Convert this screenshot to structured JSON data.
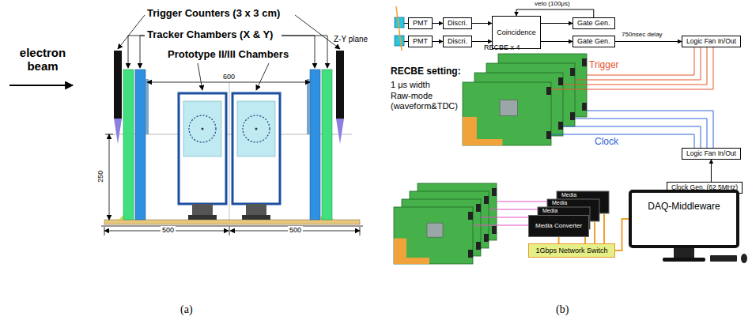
{
  "diagram": {
    "nodes": [
      {
        "text": [
          "PMT"
        ]
      },
      {
        "text": [
          "PMT"
        ]
      },
      {
        "text": [
          "Discri."
        ]
      },
      {
        "text": [
          "Discri."
        ]
      },
      {
        "text": [
          "Coincidence"
        ]
      },
      {
        "text": [
          "Gate Gen."
        ]
      },
      {
        "text": [
          "Gate Gen."
        ]
      },
      {
        "text": [
          "Logic Fan In/Out"
        ]
      },
      {
        "text": [
          "Logic Fan In/Out"
        ]
      },
      {
        "text": [
          "Clock Gen. (62.5MHz)"
        ]
      },
      {
        "text": [
          "Media Converter"
        ]
      },
      {
        "text": [
          "1Gbps Network Switch"
        ]
      },
      {
        "text": [
          "DAQ-Middleware"
        ]
      }
    ],
    "edges": [
      {
        "from": 0,
        "to": 2,
        "arrow": "to"
      },
      {
        "from": 1,
        "to": 3,
        "arrow": "to"
      },
      {
        "from": 2,
        "to": 4,
        "arrow": "to"
      },
      {
        "from": 3,
        "to": 4,
        "arrow": "to"
      },
      {
        "from": 4,
        "to": 5,
        "arrow": "to"
      },
      {
        "from": 4,
        "to": 6,
        "arrow": "to"
      },
      {
        "from": 5,
        "to": 4,
        "label": "veto (100μs)",
        "arrow": "to"
      },
      {
        "from": 6,
        "to": 7,
        "label": "750nsec delay",
        "arrow": "to"
      },
      {
        "from": 9,
        "to": 8,
        "arrow": "to"
      },
      {
        "from": 10,
        "to": 11,
        "arrow": "none"
      },
      {
        "from": 11,
        "to": 12,
        "arrow": "none"
      }
    ],
    "labels": [
      "electron beam",
      "Trigger Counters (3 x 3 cm)",
      "Tracker Chambers (X & Y)",
      "Prototype II/III Chambers",
      "Z-Y plane",
      "600",
      "250",
      "500",
      "500",
      "(a)",
      "RECBE setting:",
      "1 μs width",
      "Raw-mode (waveform&TDC)",
      "RECBE x 4",
      "Trigger",
      "Clock",
      "Media",
      "Media",
      "Media",
      "(b)"
    ]
  }
}
